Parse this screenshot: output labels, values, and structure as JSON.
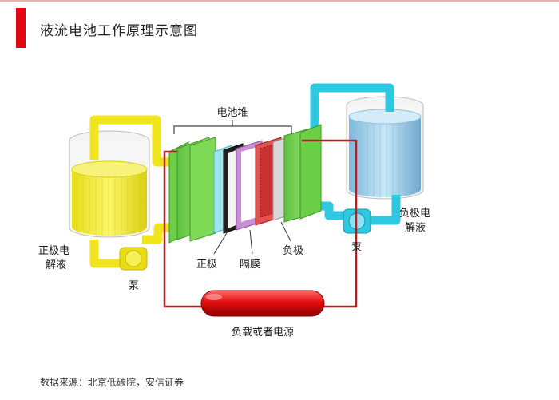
{
  "title": "液流电池工作原理示意图",
  "source": "数据来源：北京低碳院，安信证券",
  "diagram": {
    "stack_label": "电池堆",
    "positive_electrolyte_line1": "正极电",
    "positive_electrolyte_line2": "解液",
    "negative_electrolyte_line1": "负极电",
    "negative_electrolyte_line2": "解液",
    "pump_left": "泵",
    "pump_right": "泵",
    "positive_electrode": "正极",
    "membrane": "隔膜",
    "negative_electrode": "负极",
    "load": "负载或者电源"
  },
  "colors": {
    "accent": "#e30613",
    "positive_electrolyte": "#f2ea2a",
    "negative_electrolyte": "#7fd6ec",
    "frame": "#7ed957",
    "circuit": "#b32020",
    "membrane": "#c98fd6"
  }
}
